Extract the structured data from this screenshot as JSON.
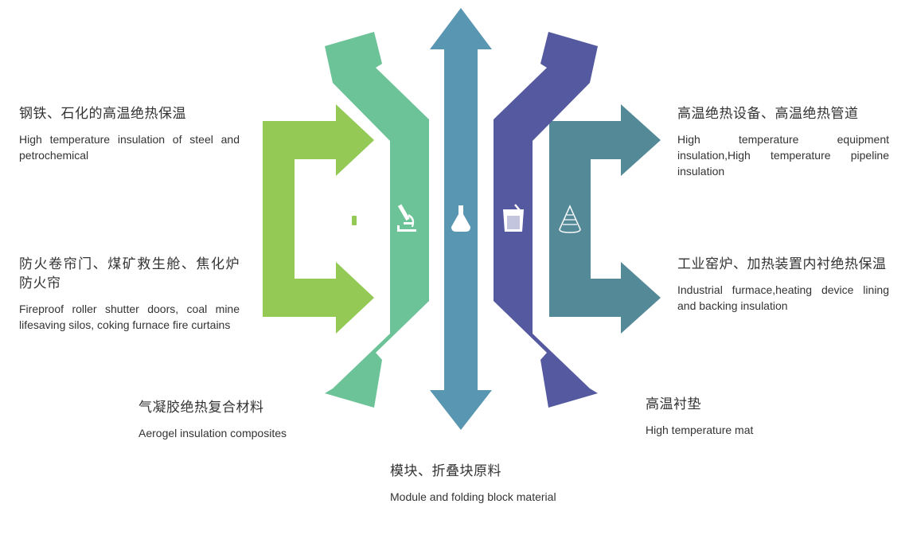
{
  "colors": {
    "light_green": "#93c954",
    "mint": "#6cc398",
    "steel_blue": "#5996b1",
    "indigo": "#5459a0",
    "teal": "#548a98",
    "icon_fill": "#ffffff"
  },
  "icons": [
    "jar-icon",
    "microscope-icon",
    "flask-icon",
    "beaker-icon",
    "cone-flask-icon"
  ],
  "applications": {
    "steel": {
      "zh": "钢铁、石化的高温绝热保温",
      "en": "High temperature insulation of steel and petrochemical"
    },
    "fireproof": {
      "zh": "防火卷帘门、煤矿救生舱、焦化炉防火帘",
      "en": "Fireproof roller shutter doors, coal mine lifesaving silos, coking furnace fire curtains"
    },
    "aerogel": {
      "zh": "气凝胶绝热复合材料",
      "en": "Aerogel insulation composites"
    },
    "module": {
      "zh": "模块、折叠块原料",
      "en": "Module and folding block material"
    },
    "equipment": {
      "zh": "高温绝热设备、高温绝热管道",
      "en": "High temperature equipment insulation,High temperature pipeline insulation"
    },
    "kiln": {
      "zh": "工业窑炉、加热装置内衬绝热保温",
      "en": "Industrial furmace,heating device lining and backing insulation"
    },
    "mat": {
      "zh": "高温衬垫",
      "en": "High temperature mat"
    }
  }
}
